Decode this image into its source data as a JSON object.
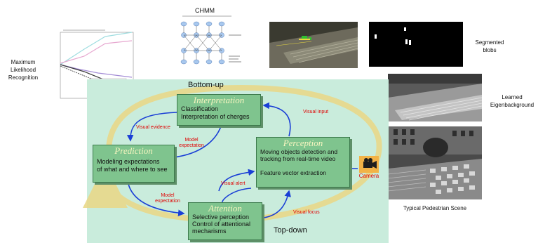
{
  "labels": {
    "max_likelihood": "Maximum\nLikelihood\nRecognition",
    "chmm_title": "CHMM",
    "segmented": "Segmented\nblobs",
    "learned": "Learned\nEigenbackground",
    "pedestrian": "Typical Pedestrian Scene",
    "bottom_up": "Bottom-up",
    "top_down": "Top-down",
    "camera": "Camera"
  },
  "boxes": {
    "interpretation": {
      "title": "Interpretation",
      "text": "Classification\nInterpretation of cherges"
    },
    "prediction": {
      "title": "Prediction",
      "text": "Modeling expectations\nof what and where to see"
    },
    "perception": {
      "title": "Perception",
      "text": "Moving objects detection and\ntracking from real-time video\n\nFeature vector extraction"
    },
    "attention": {
      "title": "Attention",
      "text": "Selective perception\nControl of attentional\nmecharisms"
    }
  },
  "arrows": {
    "visual_evidence": "Visual evidence",
    "model_expectation_top": "Model\nexpectation",
    "visual_input": "Visual input",
    "visual_alert": "Visual alert",
    "model_expectation_bottom": "Model\nexpectation",
    "visual_focus": "Visual focus"
  },
  "colors": {
    "panel": "#c9ecdc",
    "box": "#7fc48e",
    "arrow": "#1a3fd6",
    "cycle": "#e9d98a",
    "edge_label": "#e00000"
  }
}
